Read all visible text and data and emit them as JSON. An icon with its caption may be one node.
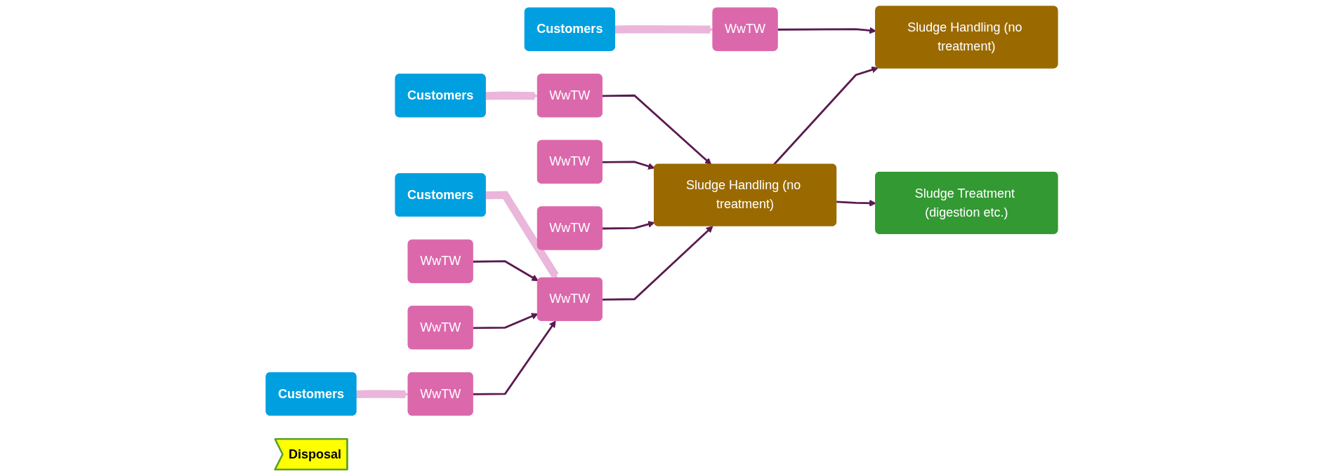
{
  "diagram": {
    "nodes": [
      {
        "text": [
          "Customers"
        ]
      },
      {
        "text": [
          "Customers"
        ]
      },
      {
        "text": [
          "Customers"
        ]
      },
      {
        "text": [
          "Customers"
        ]
      },
      {
        "text": [
          "WwTW"
        ]
      },
      {
        "text": [
          "WwTW"
        ]
      },
      {
        "text": [
          "WwTW"
        ]
      },
      {
        "text": [
          "WwTW"
        ]
      },
      {
        "text": [
          "WwTW"
        ]
      },
      {
        "text": [
          "WwTW"
        ]
      },
      {
        "text": [
          "WwTW"
        ]
      },
      {
        "text": [
          "Sludge Handling (no treatment)"
        ]
      },
      {
        "text": [
          "WwTW"
        ]
      },
      {
        "text": [
          "Sludge Handling (no treatment)"
        ]
      },
      {
        "text": [
          "Sludge Treatment (digestion etc.)"
        ]
      },
      {
        "text": [
          "Disposal"
        ]
      }
    ],
    "edges": [
      {
        "from": 0,
        "to": 4,
        "arrow": "to",
        "style": "thick",
        "color": "#eab6da"
      },
      {
        "from": 4,
        "to": 7,
        "arrow": "to"
      },
      {
        "from": 5,
        "to": 7,
        "arrow": "to"
      },
      {
        "from": 6,
        "to": 7,
        "arrow": "to"
      },
      {
        "from": 1,
        "to": 7,
        "arrow": "to",
        "style": "thick",
        "color": "#eab6da"
      },
      {
        "from": 7,
        "to": 11,
        "arrow": "to"
      },
      {
        "from": 8,
        "to": 11,
        "arrow": "to"
      },
      {
        "from": 9,
        "to": 11,
        "arrow": "to"
      },
      {
        "from": 2,
        "to": 10,
        "arrow": "to",
        "style": "thick",
        "color": "#eab6da"
      },
      {
        "from": 10,
        "to": 11,
        "arrow": "to"
      },
      {
        "from": 11,
        "to": 13,
        "arrow": "to"
      },
      {
        "from": 11,
        "to": 14,
        "arrow": "to"
      },
      {
        "from": 3,
        "to": 12,
        "arrow": "to",
        "style": "thick",
        "color": "#eab6da"
      },
      {
        "from": 12,
        "to": 13,
        "arrow": "to"
      }
    ]
  }
}
